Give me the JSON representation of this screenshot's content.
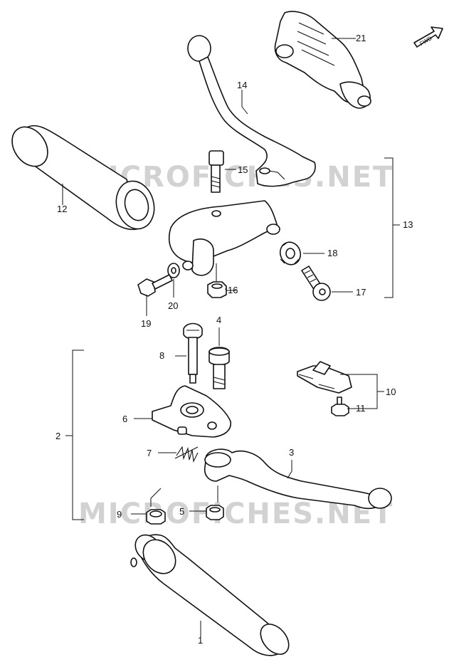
{
  "watermark": "MICROFICHES.NET",
  "fwd_label": "FWD",
  "labels": {
    "p1": "1",
    "p2": "2",
    "p3": "3",
    "p4": "4",
    "p5": "5",
    "p6": "6",
    "p7": "7",
    "p8": "8",
    "p9": "9",
    "p10": "10",
    "p11": "11",
    "p12": "12",
    "p13": "13",
    "p14": "14",
    "p15": "15",
    "p16": "16",
    "p17": "17",
    "p18": "18",
    "p19": "19",
    "p20": "20",
    "p21": "21"
  }
}
